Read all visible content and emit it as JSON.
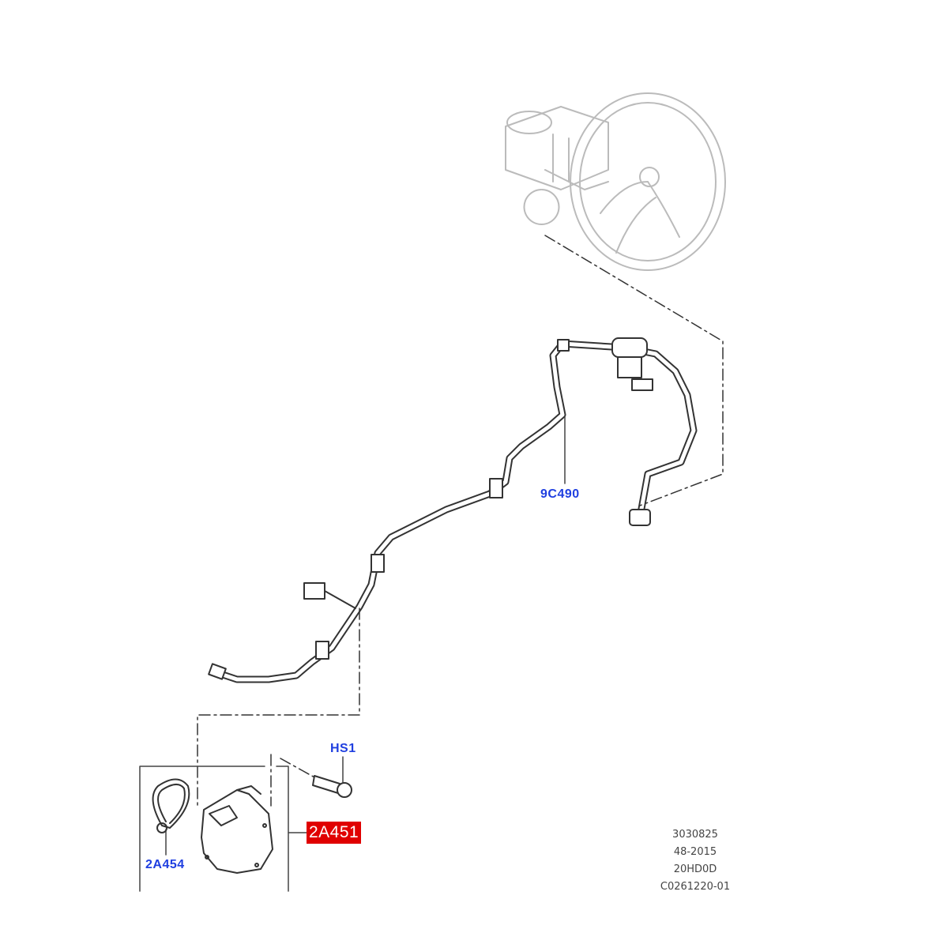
{
  "callouts": {
    "hose": "9C490",
    "bolt": "HS1",
    "pump": "2A451",
    "seal": "2A454"
  },
  "highlight_color": "#e00000",
  "callout_color": "#1f3fe0",
  "footer": [
    "3030825",
    "48-2015",
    "20HD0D",
    "C0261220-01"
  ]
}
